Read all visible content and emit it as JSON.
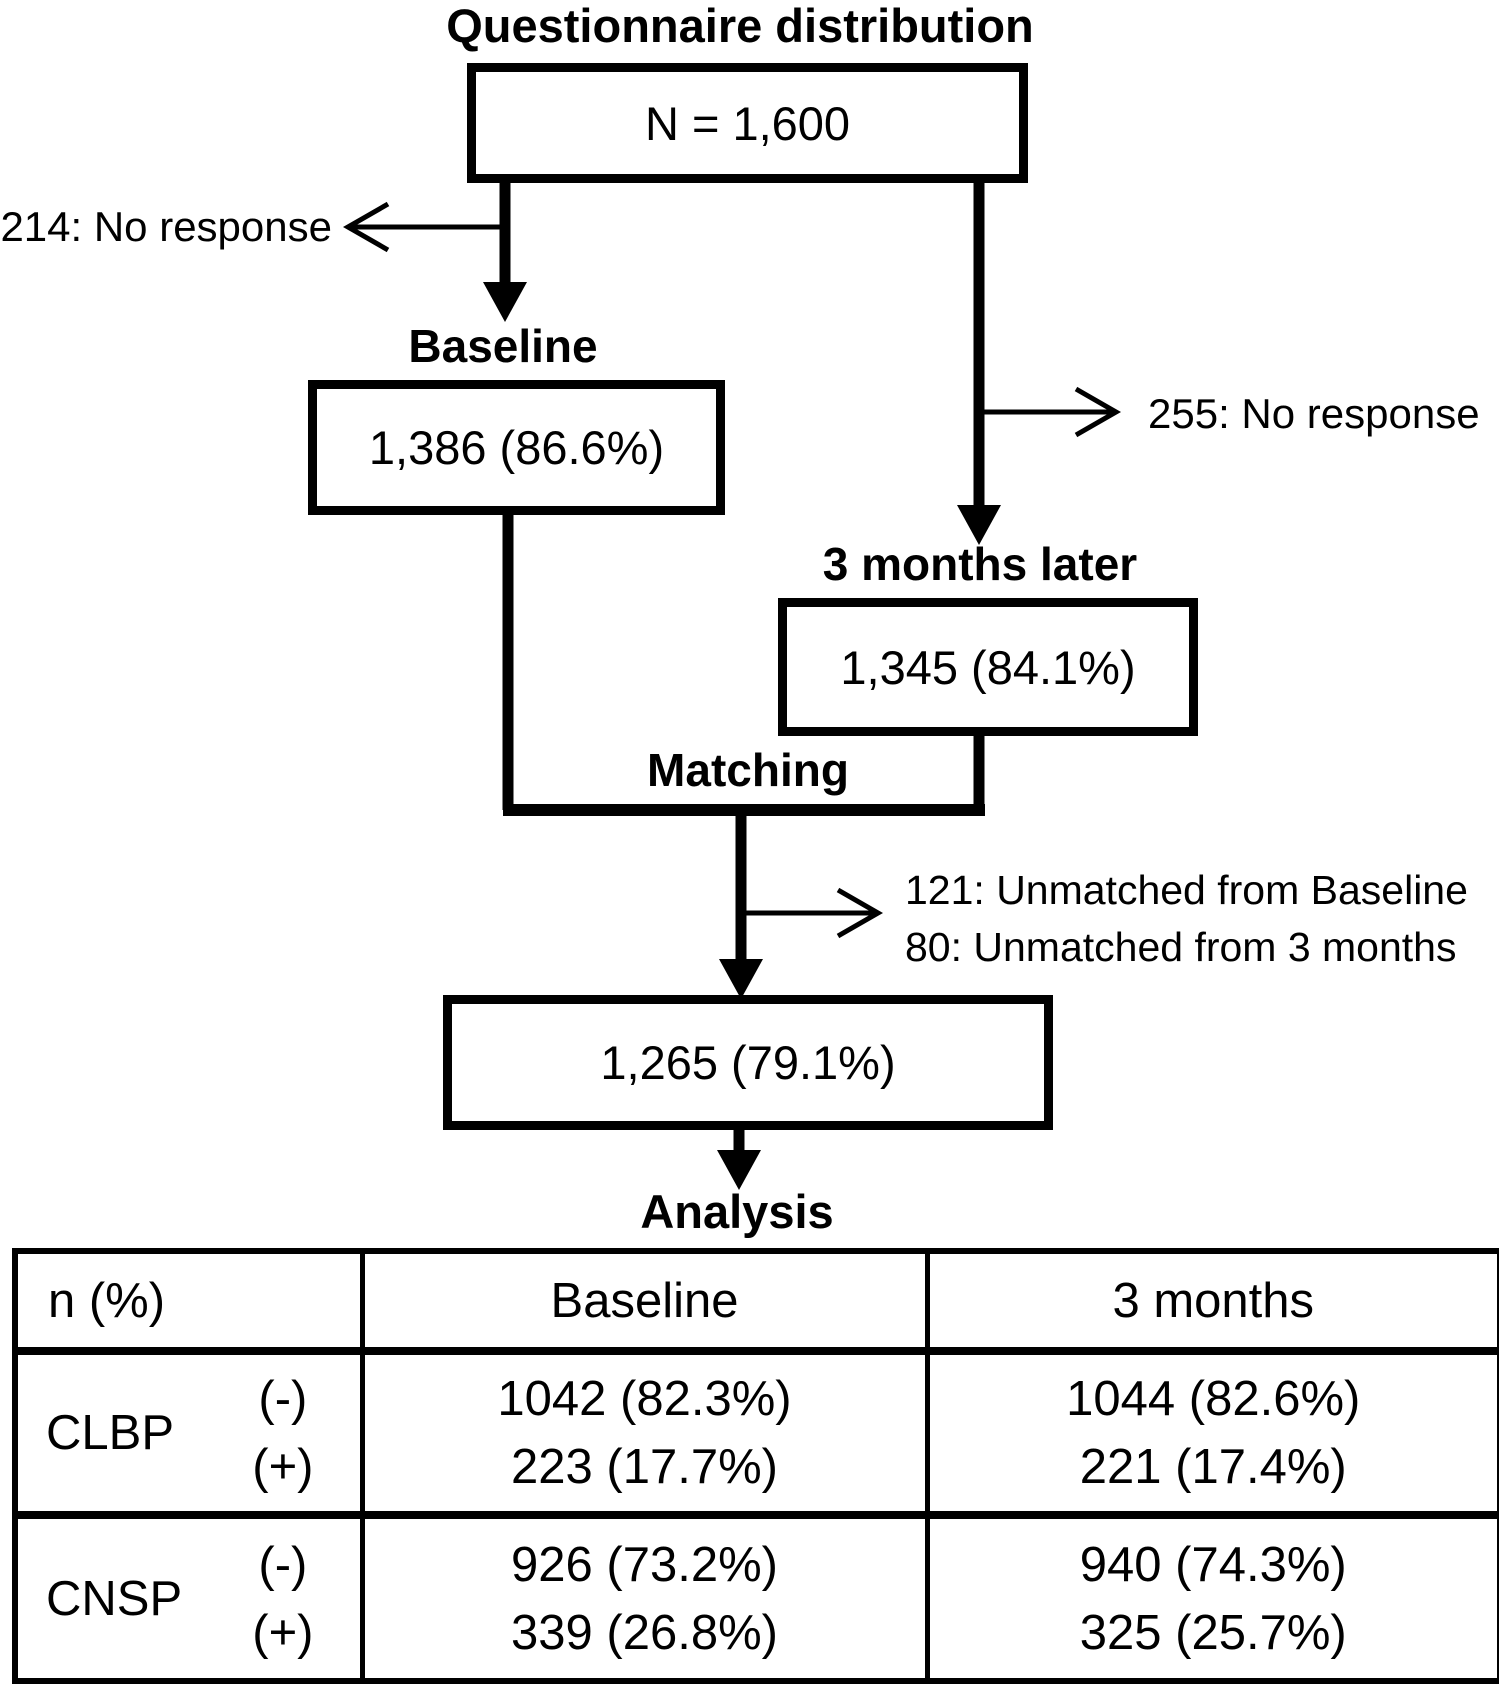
{
  "flowchart": {
    "title": "Questionnaire distribution",
    "total_box": "N = 1,600",
    "no_response_left": "214: No response",
    "baseline_label": "Baseline",
    "baseline_box": "1,386 (86.6%)",
    "no_response_right": "255: No response",
    "three_months_label": "3 months later",
    "three_months_box": "1,345 (84.1%)",
    "matching_label": "Matching",
    "unmatched_from_baseline": "121: Unmatched from Baseline",
    "unmatched_from_three_months": "80: Unmatched from 3 months",
    "matched_box": "1,265 (79.1%)",
    "analysis_label": "Analysis"
  },
  "table": {
    "header": {
      "metric": "n (%)",
      "baseline": "Baseline",
      "three_months": "3 months"
    },
    "rows": [
      {
        "label": "CLBP",
        "signs": [
          "(-)",
          "(+)"
        ],
        "baseline": [
          "1042 (82.3%)",
          "223 (17.7%)"
        ],
        "three_months": [
          "1044 (82.6%)",
          "221 (17.4%)"
        ]
      },
      {
        "label": "CNSP",
        "signs": [
          "(-)",
          "(+)"
        ],
        "baseline": [
          "926 (73.2%)",
          "339 (26.8%)"
        ],
        "three_months": [
          "940 (74.3%)",
          "325 (25.7%)"
        ]
      }
    ]
  }
}
